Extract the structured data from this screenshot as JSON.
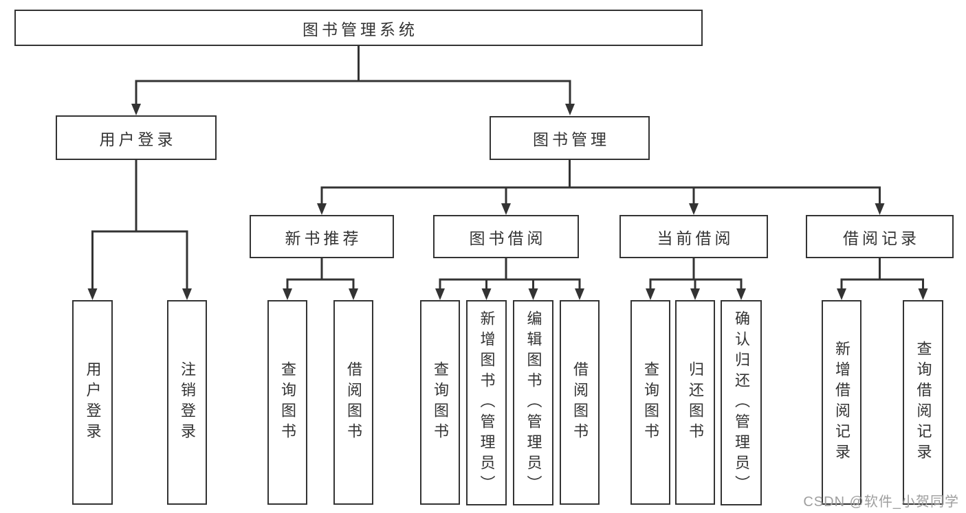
{
  "tree": {
    "root": "图书管理系统",
    "children": [
      {
        "label": "用户登录",
        "children": [
          "用户登录",
          "注销登录"
        ]
      },
      {
        "label": "图书管理",
        "children": [
          {
            "label": "新书推荐",
            "children": [
              "查询图书",
              "借阅图书"
            ]
          },
          {
            "label": "图书借阅",
            "children": [
              "查询图书",
              "新增图书（管理员）",
              "编辑图书（管理员）",
              "借阅图书"
            ]
          },
          {
            "label": "当前借阅",
            "children": [
              "查询图书",
              "归还图书",
              "确认归还（管理员）"
            ]
          },
          {
            "label": "借阅记录",
            "children": [
              "新增借阅记录",
              "查询借阅记录"
            ]
          }
        ]
      }
    ]
  },
  "watermark": {
    "text": "CSDN @软件_小贺同学"
  },
  "colors": {
    "line": "#333333",
    "box_border": "#333333",
    "text": "#333333",
    "watermark": "#9e9e9e",
    "background": "#ffffff"
  }
}
